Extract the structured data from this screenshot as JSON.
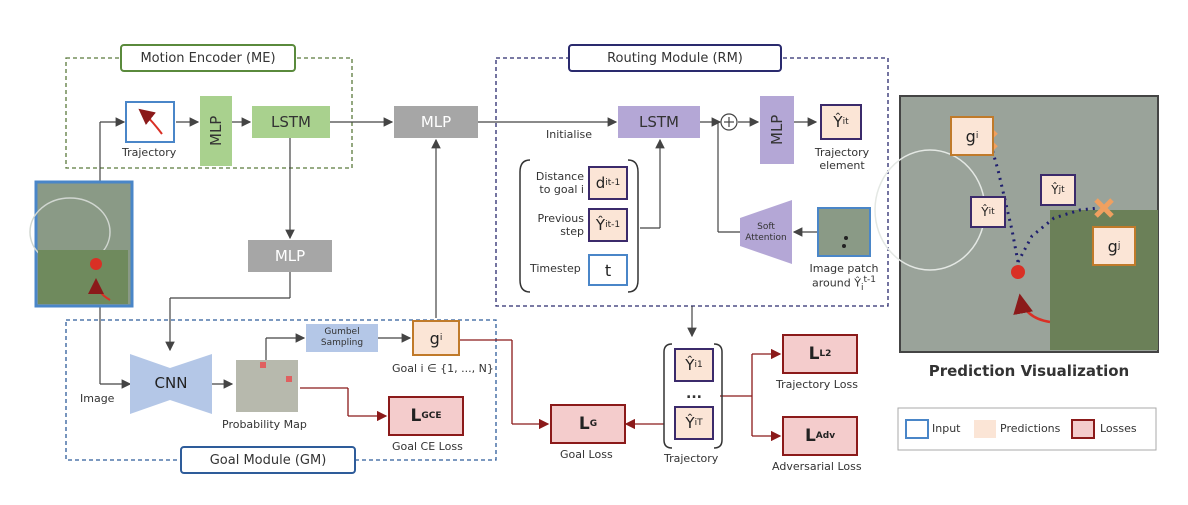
{
  "modules": {
    "me": "Motion Encoder (ME)",
    "rm": "Routing Module (RM)",
    "gm": "Goal Module (GM)"
  },
  "blocks": {
    "mlp": "MLP",
    "lstm": "LSTM",
    "cnn": "CNN",
    "gumbel": "Gumbel Sampling",
    "soft_attention": "Soft Attention"
  },
  "labels": {
    "trajectory_input": "Trajectory",
    "initialise": "Initialise",
    "distance_to_goal": "Distance to goal i",
    "previous_step": "Previous step",
    "timestep": "Timestep",
    "t": "t",
    "trajectory_element": "Trajectory element",
    "image_patch": "Image patch around Ŷ",
    "image": "Image",
    "probability_map": "Probability Map",
    "goal_index": "Goal i ∈ {1, ..., N}",
    "goal_ce_loss": "Goal CE Loss",
    "goal_loss": "Goal Loss",
    "trajectory_out": "Trajectory",
    "trajectory_loss": "Trajectory Loss",
    "adversarial_loss": "Adversarial Loss",
    "prediction_visualization": "Prediction Visualization",
    "ellipsis": "..."
  },
  "legend": {
    "input": "Input",
    "predictions": "Predictions",
    "losses": "Losses"
  },
  "colors": {
    "me_green": "#5a8a3c",
    "rm_navy": "#2a2a6e",
    "gm_blue": "#2e5c9a",
    "loss_red": "#8b1a1a",
    "pred_fill": "#fbe5d6",
    "input_blue": "#4a86c8"
  }
}
